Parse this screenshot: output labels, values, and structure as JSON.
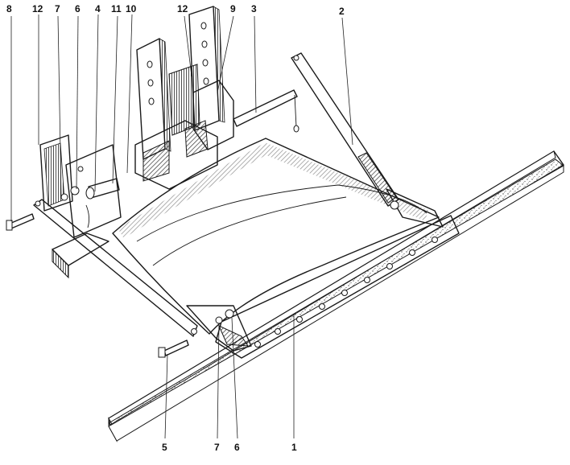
{
  "diagram": {
    "callouts": [
      {
        "id": "top-8",
        "text": "8"
      },
      {
        "id": "top-12a",
        "text": "12"
      },
      {
        "id": "top-7",
        "text": "7"
      },
      {
        "id": "top-6",
        "text": "6"
      },
      {
        "id": "top-4",
        "text": "4"
      },
      {
        "id": "top-11",
        "text": "11"
      },
      {
        "id": "top-10",
        "text": "10"
      },
      {
        "id": "top-12b",
        "text": "12"
      },
      {
        "id": "top-9",
        "text": "9"
      },
      {
        "id": "top-3",
        "text": "3"
      },
      {
        "id": "top-2",
        "text": "2"
      },
      {
        "id": "bot-5",
        "text": "5"
      },
      {
        "id": "bot-7",
        "text": "7"
      },
      {
        "id": "bot-6",
        "text": "6"
      },
      {
        "id": "bot-1",
        "text": "1"
      }
    ],
    "colors": {
      "ink": "#1a1a1a",
      "shade": "#555555",
      "paper": "#ffffff"
    }
  }
}
